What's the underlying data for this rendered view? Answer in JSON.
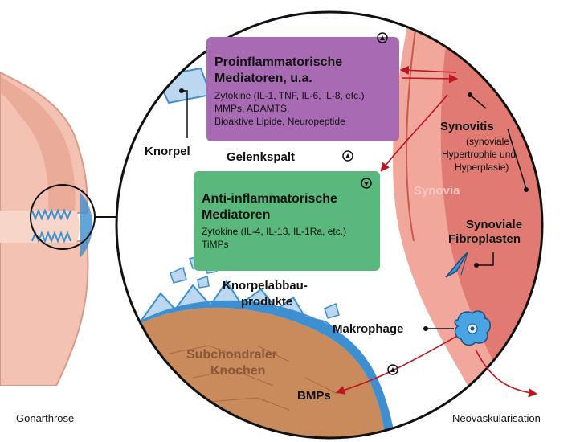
{
  "colors": {
    "purple_box": "#a86bb3",
    "green_box": "#5ab87c",
    "synovia": "#e8807a",
    "synovia_light": "#f4b8ae",
    "bone": "#c98a5c",
    "cartilage_blue": "#3d8fd0",
    "arrow_red": "#c0141e"
  },
  "proinflammatory": {
    "title_line1": "Proinflammatorische",
    "title_line2": "Mediatoren, u.a.",
    "line1": "Zytokine (IL-1, TNF, IL-6, IL-8, etc.)",
    "line2": "MMPs, ADAMTS,",
    "line3": "Bioaktive Lipide, Neuropeptide",
    "icon": "up-triangle-circle-icon"
  },
  "antiinflammatory": {
    "title_line1": "Anti-inflammatorische",
    "title_line2": "Mediatoren",
    "line1": "Zytokine (IL-4, IL-13, IL-1Ra, etc.)",
    "line2": "TiMPs",
    "icon": "down-triangle-circle-icon"
  },
  "labels": {
    "knorpel": "Knorpel",
    "gelenkspalt": "Gelenkspalt",
    "synovitis": "Synovitis",
    "synovitis_sub1": "(synoviale",
    "synovitis_sub2": "Hypertrophie und",
    "synovitis_sub3": "Hyperplasie)",
    "synovia": "Synovia",
    "fibro1": "Synoviale",
    "fibro2": "Fibroplasten",
    "abbau1": "Knorpelabbau-",
    "abbau2": "produkte",
    "makrophage": "Makrophage",
    "knochen1": "Subchondraler",
    "knochen2": "Knochen",
    "bmps": "BMPs",
    "gonarthrose": "Gonarthrose",
    "neovask": "Neovaskularisation"
  }
}
